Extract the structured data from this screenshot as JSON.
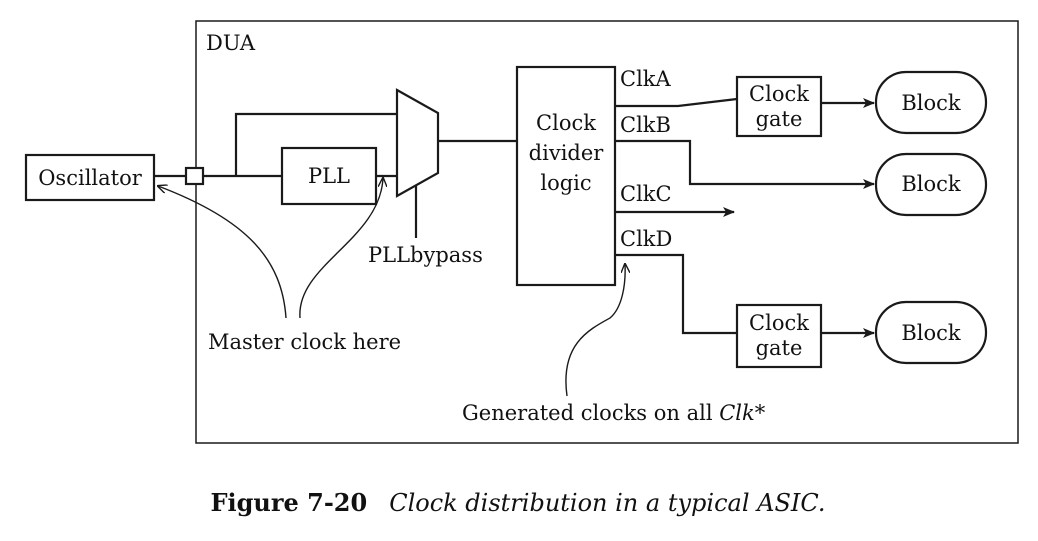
{
  "diagram": {
    "dua_label": "DUA",
    "oscillator": "Oscillator",
    "pll": "PLL",
    "mux_select": "PLLbypass",
    "divider": [
      "Clock",
      "divider",
      "logic"
    ],
    "clocks": [
      "ClkA",
      "ClkB",
      "ClkC",
      "ClkD"
    ],
    "gate": [
      "Clock",
      "gate"
    ],
    "block": "Block",
    "note_master": "Master clock here",
    "note_generated_prefix": "Generated clocks on all ",
    "note_generated_italic": "Clk",
    "note_generated_suffix": "*"
  },
  "caption": {
    "number": "Figure 7-20",
    "text": "Clock distribution in a typical ASIC."
  }
}
